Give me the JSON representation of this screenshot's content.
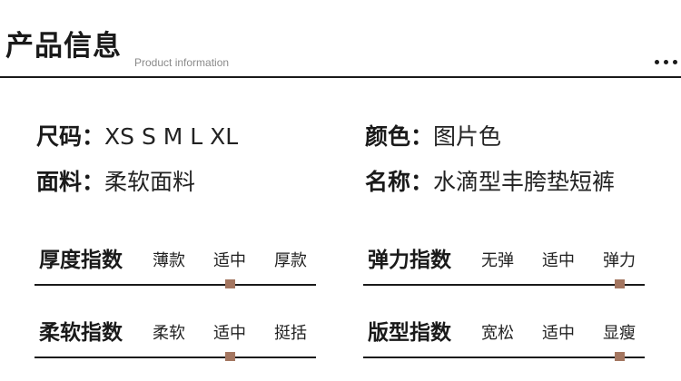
{
  "header": {
    "title": "产品信息",
    "subtitle": "Product information"
  },
  "specs": {
    "size_label": "尺码：",
    "size_value": "XS S M L XL",
    "color_label": "颜色：",
    "color_value": "图片色",
    "fabric_label": "面料：",
    "fabric_value": "柔软面料",
    "name_label": "名称：",
    "name_value": "水滴型丰胯垫短裤"
  },
  "indices": [
    {
      "name": "厚度指数",
      "levels": [
        "薄款",
        "适中",
        "厚款"
      ],
      "value_fraction": 0.5
    },
    {
      "name": "弹力指数",
      "levels": [
        "无弹",
        "适中",
        "弹力"
      ],
      "value_fraction": 1.0
    },
    {
      "name": "柔软指数",
      "levels": [
        "柔软",
        "适中",
        "挺括"
      ],
      "value_fraction": 0.5
    },
    {
      "name": "版型指数",
      "levels": [
        "宽松",
        "适中",
        "显瘦"
      ],
      "value_fraction": 1.0
    }
  ],
  "colors": {
    "marker": "#a47660",
    "text": "#1a1a1a",
    "subtitle": "#8a8a8a"
  }
}
